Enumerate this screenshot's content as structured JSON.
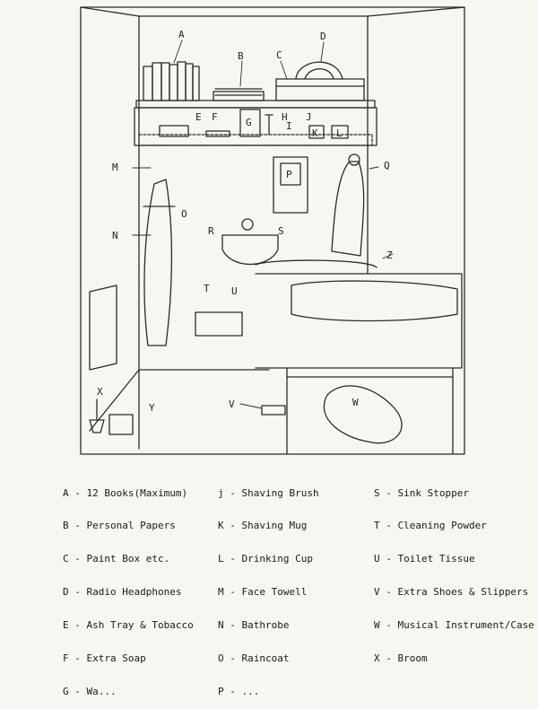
{
  "diagram": {
    "callouts": [
      {
        "id": "A",
        "text": "A"
      },
      {
        "id": "B",
        "text": "B"
      },
      {
        "id": "C",
        "text": "C"
      },
      {
        "id": "D",
        "text": "D"
      },
      {
        "id": "E",
        "text": "E"
      },
      {
        "id": "F",
        "text": "F"
      },
      {
        "id": "G",
        "text": "G"
      },
      {
        "id": "H",
        "text": "H"
      },
      {
        "id": "I",
        "text": "I"
      },
      {
        "id": "J",
        "text": "J"
      },
      {
        "id": "K",
        "text": "K"
      },
      {
        "id": "L",
        "text": "L"
      },
      {
        "id": "M",
        "text": "M"
      },
      {
        "id": "N",
        "text": "N"
      },
      {
        "id": "O",
        "text": "O"
      },
      {
        "id": "P",
        "text": "P"
      },
      {
        "id": "Q",
        "text": "Q"
      },
      {
        "id": "R",
        "text": "R"
      },
      {
        "id": "S",
        "text": "S"
      },
      {
        "id": "T",
        "text": "T"
      },
      {
        "id": "U",
        "text": "U"
      },
      {
        "id": "V",
        "text": "V"
      },
      {
        "id": "W",
        "text": "W"
      },
      {
        "id": "X",
        "text": "X"
      },
      {
        "id": "Y",
        "text": "Y"
      },
      {
        "id": "Z",
        "text": "Z"
      }
    ]
  },
  "legend": {
    "col1": [
      "A - 12 Books(Maximum)",
      "B - Personal Papers",
      "C - Paint Box etc.",
      "D - Radio Headphones",
      "E - Ash Tray & Tobacco",
      "F - Extra Soap",
      "G - Wa..."
    ],
    "col2": [
      "j - Shaving Brush",
      "K - Shaving Mug",
      "L - Drinking Cup",
      "M - Face Towell",
      "N - Bathrobe",
      "O - Raincoat",
      "P - ..."
    ],
    "col3": [
      "S - Sink Stopper",
      "T - Cleaning Powder",
      "U - Toilet Tissue",
      "V - Extra Shoes & Slippers",
      "W - Musical Instrument/Case",
      "X - Broom"
    ]
  }
}
